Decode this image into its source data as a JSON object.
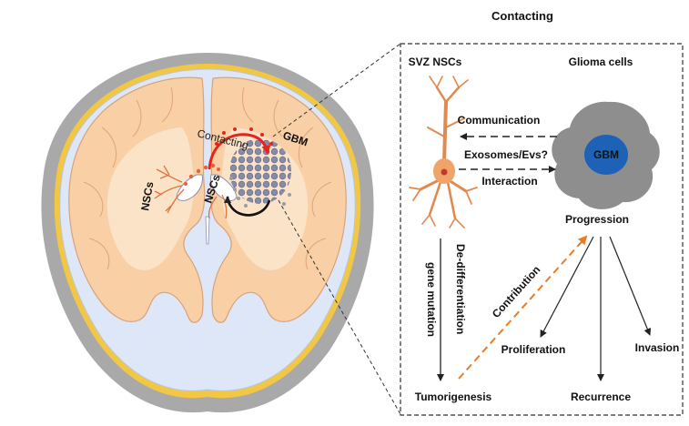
{
  "title": "Contacting",
  "brain": {
    "contacting_label": "Contacting",
    "gbm_label": "GBM",
    "nscs_left_label": "NSCs",
    "nscs_right_label": "NSCs"
  },
  "panel": {
    "svz_label": "SVZ NSCs",
    "glioma_label": "Glioma cells",
    "communication_label": "Communication",
    "exosomes_label": "Exosomes/Evs?",
    "interaction_label": "Interaction",
    "gbm_cell_label": "GBM",
    "progression_label": "Progression",
    "dedifferentiation_label": "De-differentiation",
    "gene_mutation_label": "gene mutation",
    "contribution_label": "Contribution",
    "proliferation_label": "Proliferation",
    "invasion_label": "Invasion",
    "tumorigenesis_label": "Tumorigenesis",
    "recurrence_label": "Recurrence"
  },
  "colors": {
    "skull": "#a9a9a9",
    "csf": "#dde7f7",
    "meninges": "#f2c744",
    "brain_tissue": "#f9cfa6",
    "white_matter": "#fbe3c8",
    "neuron": "#f0a468",
    "contact_arrow": "#e8231c",
    "contribution_arrow": "#e97c26",
    "gbm_body": "#8e8e8e",
    "gbm_nucleus": "#1d62b7"
  }
}
